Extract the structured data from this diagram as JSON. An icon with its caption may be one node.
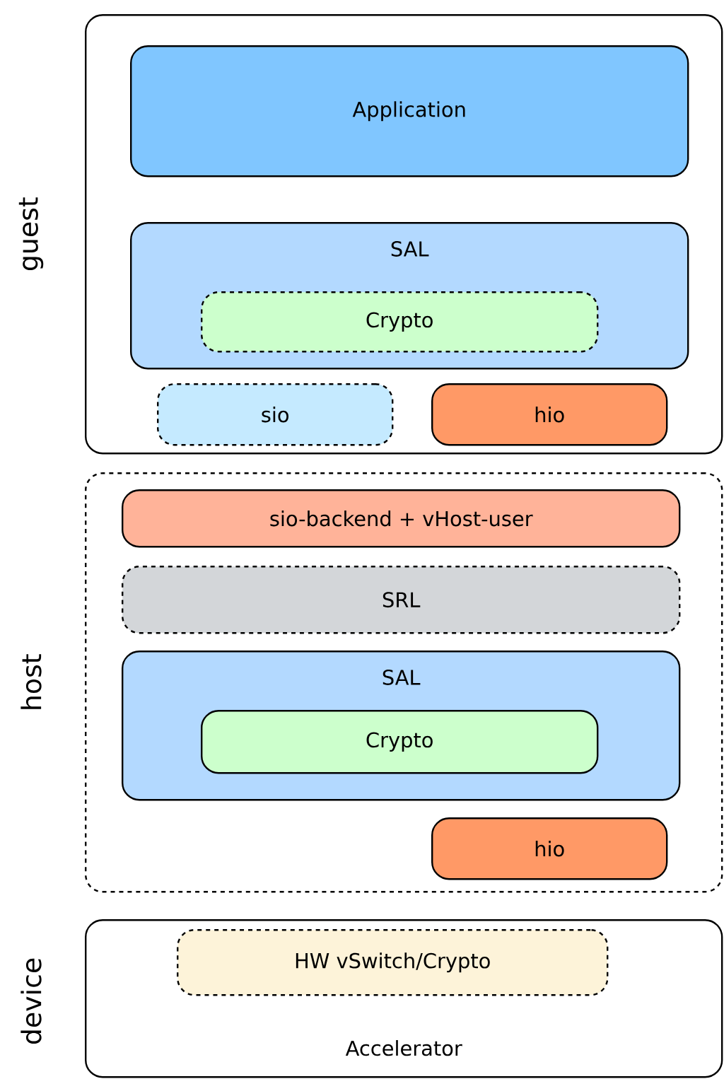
{
  "diagram": {
    "nodes": [
      {
        "text": [
          "guest"
        ]
      },
      {
        "text": [
          "Application"
        ],
        "in": 0
      },
      {
        "text": [
          "SAL"
        ],
        "in": 0
      },
      {
        "text": [
          "Crypto"
        ],
        "in": 2
      },
      {
        "text": [
          "sio"
        ],
        "in": 0
      },
      {
        "text": [
          "hio"
        ],
        "in": 0
      },
      {
        "text": [
          "host"
        ]
      },
      {
        "text": [
          "sio-backend + vHost-user"
        ],
        "in": 6
      },
      {
        "text": [
          "SRL"
        ],
        "in": 6
      },
      {
        "text": [
          "SAL"
        ],
        "in": 6
      },
      {
        "text": [
          "Crypto"
        ],
        "in": 9
      },
      {
        "text": [
          "hio"
        ],
        "in": 6
      },
      {
        "text": [
          "device",
          "Accelerator"
        ]
      },
      {
        "text": [
          "HW vSwitch/Crypto"
        ],
        "in": 12
      }
    ]
  }
}
